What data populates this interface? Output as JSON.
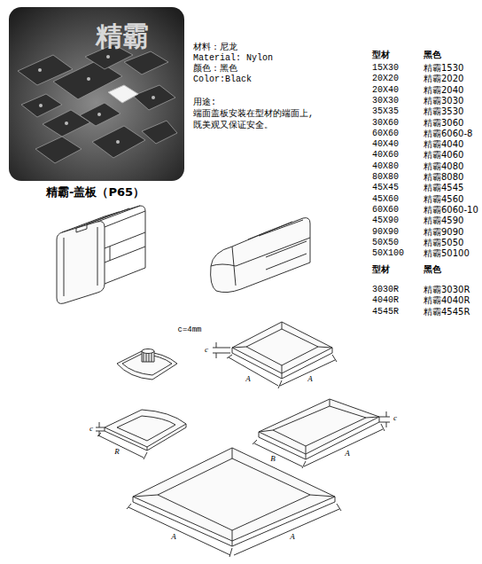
{
  "diagram": {
    "caption": "精霸-盖板（P65）",
    "labels": [
      "精霸",
      "材料：尼龙",
      "Material: Nylon",
      "颜色：黑色",
      "Color:Black",
      "用途:",
      "端面盖板安装在型材的端面上,",
      "既美观又保证安全。",
      "型材",
      "黑色",
      "15X30",
      "精霸1530",
      "20X20",
      "精霸2020",
      "20X40",
      "精霸2040",
      "30X30",
      "精霸3030",
      "35X35",
      "精霸3530",
      "30X60",
      "精霸3060",
      "60X60",
      "精霸6060-8",
      "40X40",
      "精霸4040",
      "40X60",
      "精霸4060",
      "40X80",
      "精霸4080",
      "80X80",
      "精霸8080",
      "45X45",
      "精霸4545",
      "45X60",
      "精霸4560",
      "60X60",
      "精霸6060-10",
      "45X90",
      "精霸4590",
      "90X90",
      "精霸9090",
      "50X50",
      "精霸5050",
      "50X100",
      "精霸50100",
      "型材",
      "黑色",
      "3030R",
      "精霸3030R",
      "4040R",
      "精霸4040R",
      "4545R",
      "精霸4545R",
      "c=4mm",
      "c",
      "A",
      "A",
      "c",
      "R",
      "c",
      "B",
      "A",
      "A",
      "A"
    ]
  }
}
